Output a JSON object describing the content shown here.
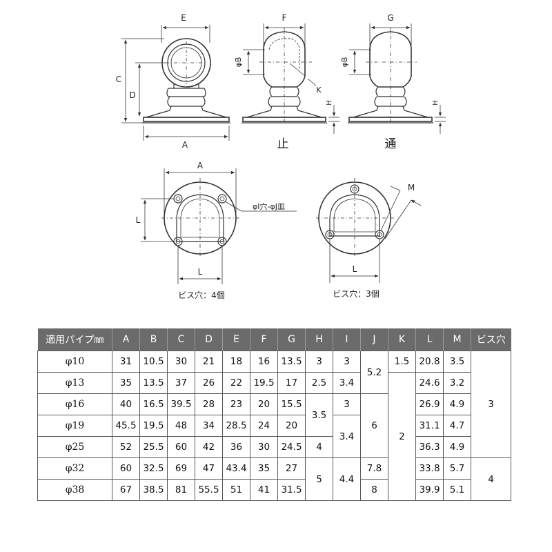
{
  "drawing": {
    "labels": {
      "A": "A",
      "C": "C",
      "D": "D",
      "E": "E",
      "F": "F",
      "G": "G",
      "phiB": "φB",
      "K": "K",
      "H": "H",
      "L": "L",
      "M": "M",
      "stop": "止",
      "through": "通",
      "hole_note": "φI穴-φJ皿",
      "screw4": "ビス穴：4個",
      "screw3": "ビス穴：3個"
    }
  },
  "table": {
    "headers": [
      "適用パイプ㎜",
      "A",
      "B",
      "C",
      "D",
      "E",
      "F",
      "G",
      "H",
      "I",
      "J",
      "K",
      "L",
      "M",
      "ビス穴"
    ],
    "rows": [
      [
        "φ10",
        "31",
        "10.5",
        "30",
        "21",
        "18",
        "16",
        "13.5",
        "3",
        "3",
        "5.2",
        "1.5",
        "20.8",
        "3.5",
        "3"
      ],
      [
        "φ13",
        "35",
        "13.5",
        "37",
        "26",
        "22",
        "19.5",
        "17",
        "2.5",
        "3.4",
        "",
        "",
        "24.6",
        "3.2",
        ""
      ],
      [
        "φ16",
        "40",
        "16.5",
        "39.5",
        "28",
        "23",
        "20",
        "15.5",
        "3.5",
        "3",
        "6",
        "2",
        "26.9",
        "4.9",
        ""
      ],
      [
        "φ19",
        "45.5",
        "19.5",
        "48",
        "34",
        "28.5",
        "24",
        "20",
        "",
        "3.4",
        "",
        "",
        "31.1",
        "4.7",
        ""
      ],
      [
        "φ25",
        "52",
        "25.5",
        "60",
        "42",
        "36",
        "30",
        "24.5",
        "4",
        "",
        "",
        "",
        "36.3",
        "4.9",
        ""
      ],
      [
        "φ32",
        "60",
        "32.5",
        "69",
        "47",
        "43.4",
        "35",
        "27",
        "5",
        "4.4",
        "7.8",
        "",
        "33.8",
        "5.7",
        "4"
      ],
      [
        "φ38",
        "67",
        "38.5",
        "81",
        "55.5",
        "51",
        "41",
        "31.5",
        "",
        "",
        "8",
        "",
        "39.9",
        "5.1",
        ""
      ]
    ]
  }
}
